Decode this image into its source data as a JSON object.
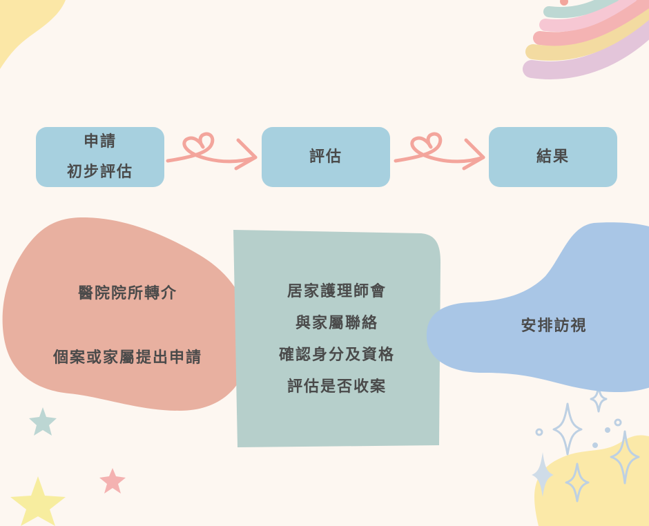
{
  "flow": {
    "steps": [
      {
        "lines": [
          "申請",
          "初步評估"
        ]
      },
      {
        "lines": [
          "評估"
        ]
      },
      {
        "lines": [
          "結果"
        ]
      }
    ]
  },
  "details": {
    "left": {
      "line1": "醫院院所轉介",
      "line2": "個案或家屬提出申請"
    },
    "middle": {
      "lines": [
        "居家護理師會",
        "與家屬聯絡",
        "確認身分及資格",
        "評估是否收案"
      ]
    },
    "right": {
      "line1": "安排訪視"
    }
  },
  "colors": {
    "background": "#fdf7f1",
    "step_box": "#a7d0df",
    "arrow": "#f3a59c",
    "left_blob": "#e8b0a0",
    "middle_panel": "#b6cfcb",
    "right_blob": "#a9c6e6"
  }
}
